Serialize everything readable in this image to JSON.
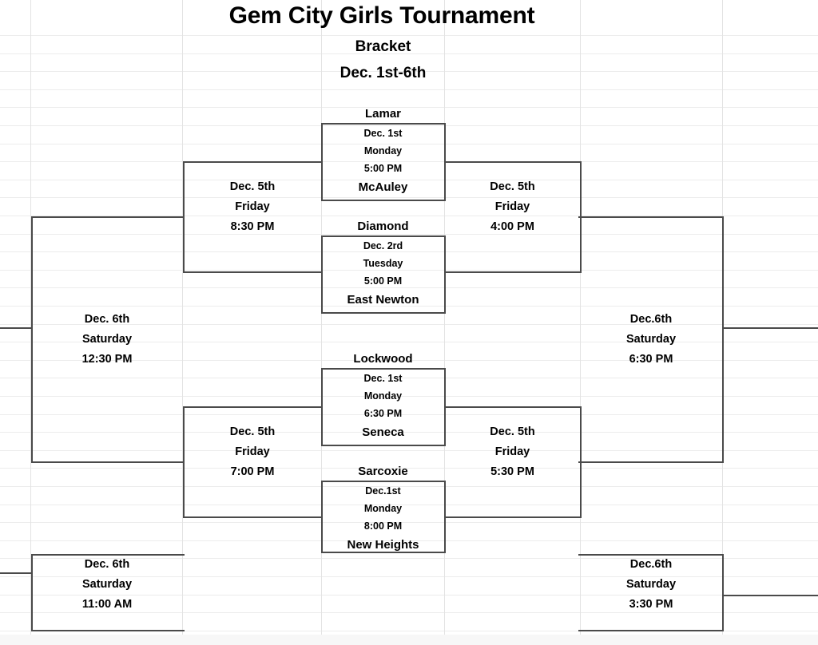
{
  "header": {
    "title": "Gem City Girls Tournament",
    "subtitle": "Bracket",
    "dates": "Dec. 1st-6th"
  },
  "bracket": {
    "first_round": [
      {
        "top_team": "Lamar",
        "bottom_team": "McAuley",
        "date": "Dec. 1st",
        "day": "Monday",
        "time": "5:00 PM"
      },
      {
        "top_team": "Diamond",
        "bottom_team": "East Newton",
        "date": "Dec. 2rd",
        "day": "Tuesday",
        "time": "5:00 PM"
      },
      {
        "top_team": "Lockwood",
        "bottom_team": "Seneca",
        "date": "Dec. 1st",
        "day": "Monday",
        "time": "6:30 PM"
      },
      {
        "top_team": "Sarcoxie",
        "bottom_team": "New Heights",
        "date": "Dec.1st",
        "day": "Monday",
        "time": "8:00 PM"
      }
    ],
    "semifinals": [
      {
        "date": "Dec. 5th",
        "day": "Friday",
        "time": "8:30 PM"
      },
      {
        "date": "Dec. 5th",
        "day": "Friday",
        "time": "4:00 PM"
      },
      {
        "date": "Dec. 5th",
        "day": "Friday",
        "time": "7:00 PM"
      },
      {
        "date": "Dec. 5th",
        "day": "Friday",
        "time": "5:30 PM"
      }
    ],
    "finals": [
      {
        "date": "Dec. 6th",
        "day": "Saturday",
        "time": "12:30 PM"
      },
      {
        "date": "Dec.6th",
        "day": "Saturday",
        "time": "6:30 PM"
      },
      {
        "date": "Dec. 6th",
        "day": "Saturday",
        "time": "11:00 AM"
      },
      {
        "date": "Dec.6th",
        "day": "Saturday",
        "time": "3:30 PM"
      }
    ]
  },
  "colors": {
    "line": "#4a4a4a",
    "grid": "#ececec",
    "text": "#000000",
    "background": "#ffffff"
  }
}
